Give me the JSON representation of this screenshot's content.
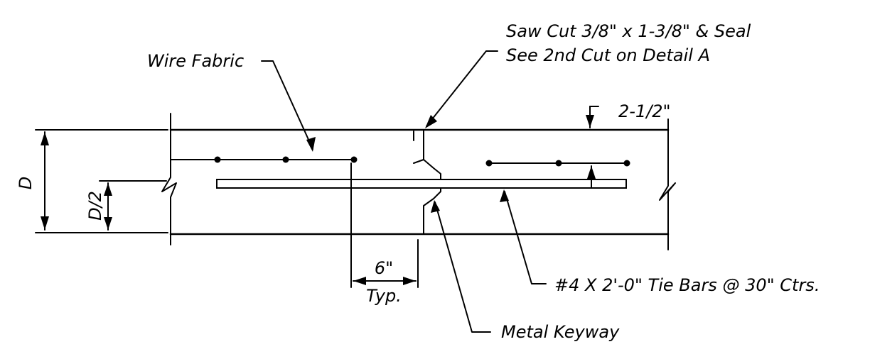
{
  "labels": {
    "saw_cut_line1": "Saw Cut 3/8\" x 1-3/8\" & Seal",
    "saw_cut_line2": "See 2nd Cut on Detail A",
    "wire_fabric": "Wire Fabric",
    "cover_dimension": "2-1/2\"",
    "depth": "D",
    "half_depth": "D/2",
    "spacing": "6\"",
    "typical": "Typ.",
    "tie_bars": "#4 X 2'-0\" Tie Bars @ 30\" Ctrs.",
    "metal_keyway": "Metal Keyway"
  }
}
